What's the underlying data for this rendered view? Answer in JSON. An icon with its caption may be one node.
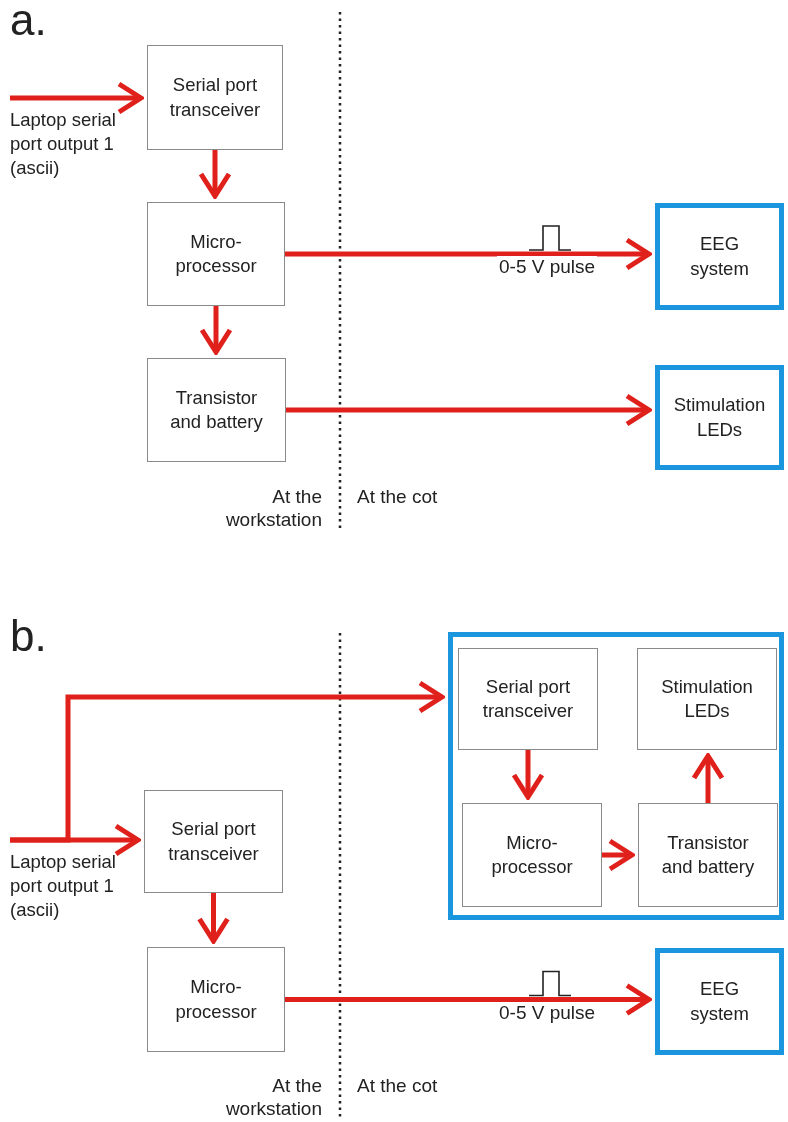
{
  "diagram": {
    "nodes": [
      {
        "text": [
          "Laptop serial port output 1 (ascii)"
        ]
      },
      {
        "text": [
          "Serial port transceiver"
        ]
      },
      {
        "text": [
          "Micro-processor"
        ]
      },
      {
        "text": [
          "Transistor and battery"
        ]
      },
      {
        "text": [
          "EEG system"
        ]
      },
      {
        "text": [
          "Stimulation LEDs"
        ]
      },
      {
        "text": [
          "Laptop serial port output 1 (ascii)"
        ]
      },
      {
        "text": [],
        "shape": "box"
      },
      {
        "text": [
          "Serial port transceiver"
        ],
        "in": 7
      },
      {
        "text": [
          "Stimulation LEDs"
        ],
        "in": 7
      },
      {
        "text": [
          "Micro-processor"
        ],
        "in": 7
      },
      {
        "text": [
          "Transistor and battery"
        ],
        "in": 7
      },
      {
        "text": [
          "Serial port transceiver"
        ]
      },
      {
        "text": [
          "Micro-processor"
        ]
      },
      {
        "text": [
          "EEG system"
        ]
      }
    ],
    "edges": [
      {
        "from": 0,
        "to": 1,
        "arrow": "to"
      },
      {
        "from": 1,
        "to": 2,
        "arrow": "to"
      },
      {
        "from": 2,
        "to": 3,
        "arrow": "to"
      },
      {
        "from": 2,
        "to": 4,
        "arrow": "to",
        "label": "0-5 V pulse"
      },
      {
        "from": 3,
        "to": 5,
        "arrow": "to"
      },
      {
        "from": 6,
        "to": 7,
        "arrow": "to"
      },
      {
        "from": 6,
        "to": 12,
        "arrow": "to"
      },
      {
        "from": 12,
        "to": 13,
        "arrow": "to"
      },
      {
        "from": 8,
        "to": 10,
        "arrow": "to"
      },
      {
        "from": 10,
        "to": 11,
        "arrow": "to"
      },
      {
        "from": 11,
        "to": 9,
        "arrow": "to"
      },
      {
        "from": 13,
        "to": 14,
        "arrow": "to",
        "label": "0-5 V pulse"
      }
    ],
    "labels": [
      "a.",
      "At the workstation",
      "At the cot",
      "b.",
      "At the workstation",
      "At the cot"
    ]
  }
}
